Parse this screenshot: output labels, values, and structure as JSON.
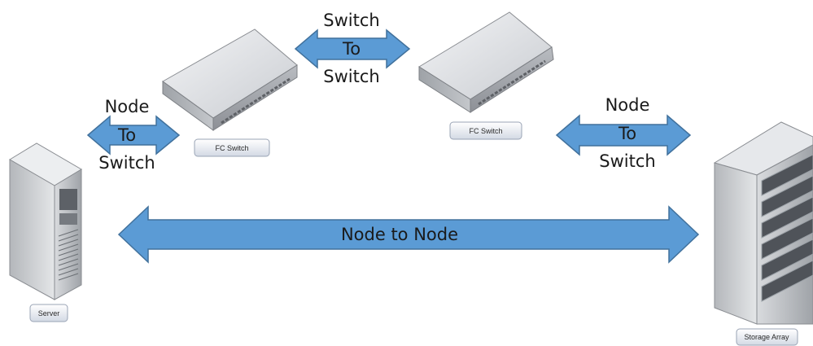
{
  "arrows": {
    "switch_to_switch": {
      "line1": "Switch",
      "line2": "To",
      "line3": "Switch"
    },
    "left_node_to_switch": {
      "line1": "Node",
      "line2": "To",
      "line3": "Switch"
    },
    "right_node_to_switch": {
      "line1": "Node",
      "line2": "To",
      "line3": "Switch"
    },
    "node_to_node": {
      "label": "Node to Node"
    }
  },
  "devices": {
    "switch_left": {
      "tag": "FC Switch"
    },
    "switch_right": {
      "tag": "FC Switch"
    },
    "server": {
      "tag": "Server"
    },
    "storage": {
      "tag": "Storage Array"
    }
  },
  "colors": {
    "arrow_fill": "#5b9bd5",
    "arrow_stroke": "#41719c"
  }
}
